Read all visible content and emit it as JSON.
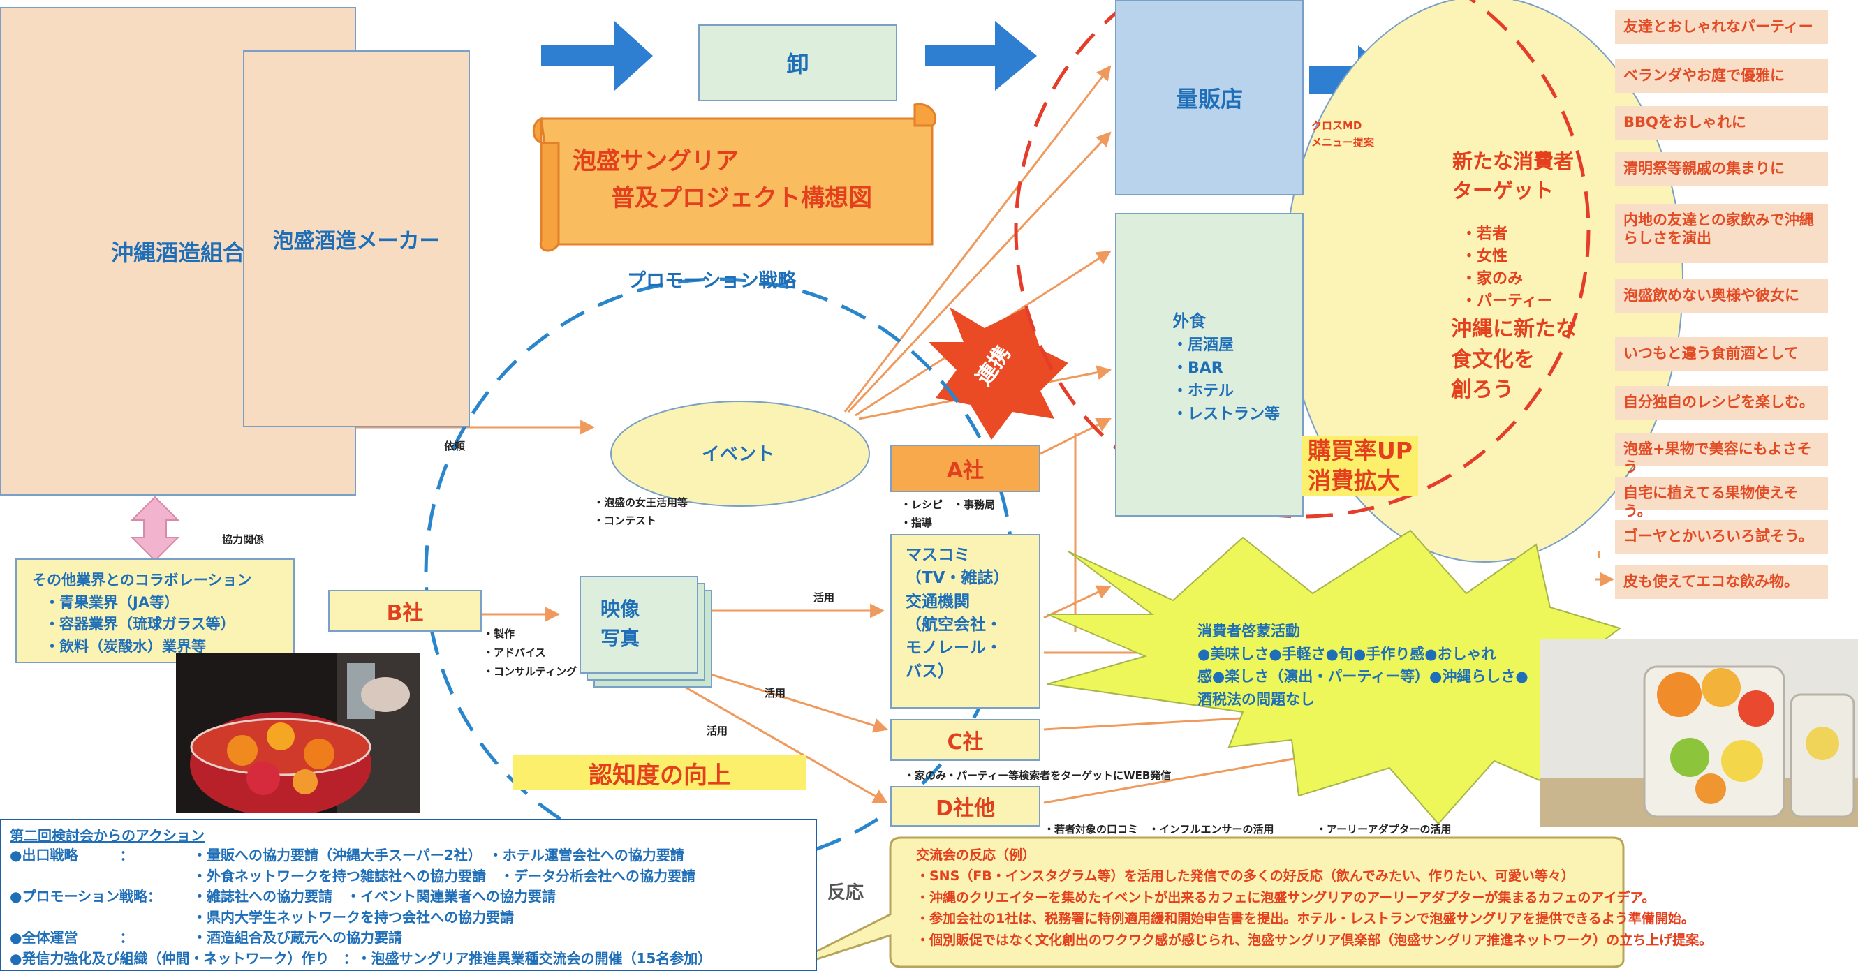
{
  "title": {
    "line1": "泡盛サングリア",
    "line2": "普及プロジェクト構想図"
  },
  "boxes": {
    "okinawa": "沖縄酒造組合",
    "maker": "泡盛酒造メーカー",
    "oroshi": "卸",
    "ryohanten": "量販店",
    "gaishoku": [
      "外食",
      "・居酒屋",
      "・BAR",
      "・ホテル",
      "・レストラン等"
    ],
    "a_sha": "A社",
    "b_sha": "B社",
    "c_sha": "C社",
    "d_sha": "D社他",
    "event": "イベント",
    "eizo": [
      "映像",
      "写真"
    ],
    "masukomi": [
      "マスコミ",
      "（TV・雑誌）",
      "交通機関",
      "（航空会社・",
      "モノレール・",
      "バス）"
    ]
  },
  "labels": {
    "promotion": "プロモーション戦略",
    "renkei": "連携",
    "ninchido": "認知度の向上",
    "kobai1": "購買率UP",
    "kobai2": "消費拡大",
    "irai": "依頼",
    "kyoryoku": "協力関係",
    "katsuyo1": "活用",
    "katsuyo2": "活用",
    "katsuyo3": "活用",
    "cross1": "クロスMD",
    "cross2": "メニュー提案",
    "hanno": "反応"
  },
  "small_notes": {
    "event_notes": [
      "・泡盛の女王活用等",
      "・コンテスト"
    ],
    "a_notes": [
      "・レシピ　・事務局",
      "・指導"
    ],
    "b_notes": [
      "・製作",
      "・アドバイス",
      "・コンサルティング"
    ],
    "c_note": "・家のみ・パーティー等検索者をターゲットにWEB発信",
    "d_notes": [
      "・若者対象の口コミ　・インフルエンサーの活用",
      "・アーリーアダプターの活用"
    ]
  },
  "collab": {
    "title": "その他業界とのコラボレーション",
    "items": [
      "・青果業界（JA等）",
      "・容器業界（琉球ガラス等）",
      "・飲料（炭酸水）業界等"
    ]
  },
  "target": {
    "title": [
      "新たな消費者",
      "ターゲット"
    ],
    "items": [
      "・若者",
      "・女性",
      "・家のみ",
      "・パーティー"
    ],
    "slogan": [
      "沖縄に新たな",
      "食文化を",
      "創ろう"
    ]
  },
  "right_list": [
    "友達とおしゃれなパーティー",
    "ベランダやお庭で優雅に",
    "BBQをおしゃれに",
    "清明祭等親戚の集まりに",
    "内地の友達との家飲みで沖縄らしさを演出",
    "泡盛飲めない奥様や彼女に",
    "いつもと違う食前酒として",
    "自分独自のレシピを楽しむ。",
    "泡盛+果物で美容にもよさそう",
    "自宅に植えてる果物使えそう。",
    "ゴーヤとかいろいろ試そう。",
    "皮も使えてエコな飲み物。"
  ],
  "starburst": {
    "title": "消費者啓蒙活動",
    "lines": [
      "●美味しさ●手軽さ●旬●手作り感●おしゃれ",
      "感●楽しさ（演出・パーティー等）●沖縄らしさ●",
      "酒税法の問題なし"
    ]
  },
  "actions": {
    "title": "第二回検討会からのアクション",
    "rows": [
      {
        "head": "●出口戦略　　　：",
        "text": "・量販への協力要請（沖縄大手スーパー2社）　・ホテル運営会社への協力要請"
      },
      {
        "head": "",
        "text": "・外食ネットワークを持つ雑誌社への協力要請　・データ分析会社への協力要請"
      },
      {
        "head": "●プロモーション戦略：",
        "text": "・雑誌社への協力要請　・イベント関連業者への協力要請"
      },
      {
        "head": "",
        "text": "・県内大学生ネットワークを持つ会社への協力要請"
      },
      {
        "head": "●全体運営　　　：",
        "text": "・酒造組合及び蔵元への協力要請"
      },
      {
        "head": "●発信力強化及び組織（仲間・ネットワーク）作り　：",
        "text": "・泡盛サングリア推進異業種交流会の開催（15名参加）"
      }
    ]
  },
  "reaction": {
    "title": "交流会の反応（例）",
    "items": [
      "・SNS（FB・インスタグラム等）を活用した発信での多くの好反応（飲んでみたい、作りたい、可愛い等々）",
      "・沖縄のクリエイターを集めたイベントが出来るカフェに泡盛サングリアのアーリーアダプターが集まるカフェのアイデア。",
      "・参加会社の1社は、税務署に特例適用緩和開始申告書を提出。ホテル・レストランで泡盛サングリアを提供できるよう準備開始。",
      "・個別販促ではなく文化創出のワクワク感が感じられ、泡盛サングリア倶楽部（泡盛サングリア推進ネットワーク）の立ち上げ提案。"
    ]
  },
  "colors": {
    "blue_box": "#b9d3ed",
    "peach": "#f8dcc2",
    "yellow_box": "#fbf3b3",
    "green_box": "#ddeedd",
    "orange_box": "#f7a94c",
    "red": "#e4401e",
    "blue_text": "#1f6fb8",
    "arrow_blue": "#2e7fd2"
  }
}
